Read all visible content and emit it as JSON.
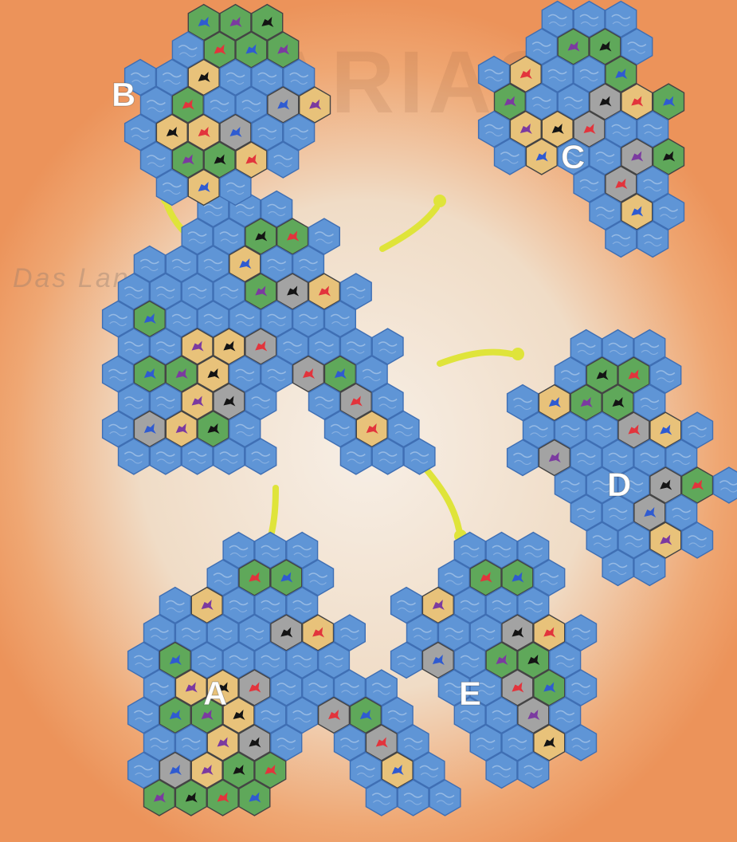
{
  "banner": {
    "big_text": "ARIAS",
    "subtitle": "Das Land der Urzeit"
  },
  "colors": {
    "water": "#5f95d6",
    "water_dark": "#3f6fb4",
    "grass": "#5fa85a",
    "desert": "#e8c27a",
    "mountain": "#a3a3a3",
    "highlight": "#e6ec34",
    "arrow": "#dfe43a",
    "label": "#ffffff"
  },
  "legend": {
    "dino_colors": {
      "black": "#141414",
      "red": "#e2343c",
      "blue": "#2f5bd1",
      "purple": "#7b3aa0"
    }
  },
  "maps": [
    {
      "id": "main",
      "label": "",
      "rows": [
        "...WWW",
        "..WWGGW",
        ".WWWDWW",
        "WWWWGMDW",
        "WGWWWWWW",
        "WWDDMWWWW",
        "WGGDWWMGW",
        "WWDMW.WMW",
        "WMDGW..WDW",
        "WWWWW..WWW"
      ]
    },
    {
      "id": "A",
      "label": "A",
      "rows": [
        "...WWW",
        "..WGGW",
        ".WDWWW",
        "WWWWMDW",
        "WGWWWWW",
        "WDDMWWWW",
        "WGGDWWMGW",
        "WWDMW.WMW",
        "WMDGG..WDW",
        "GGGG...WWW"
      ]
    },
    {
      "id": "B",
      "label": "B",
      "rows": [
        "..GGG",
        ".WGGG",
        "WWDWWW",
        "WGWWMD",
        "WDDMWW",
        "WGGDW",
        ".WDW"
      ]
    },
    {
      "id": "C",
      "label": "C",
      "rows": [
        "..WWW",
        ".WGGW",
        "WDWWG",
        "GWWMDG",
        "WDDMWW",
        "WDWWMG",
        "...WMW",
        "...WDW",
        "....WW"
      ]
    },
    {
      "id": "D",
      "label": "D",
      "rows": [
        "..WWW",
        ".WGGW",
        "WDGGW",
        "WWWMDW",
        "WMWWWW",
        ".WWWMGW",
        "..WWMW",
        "..WWDW",
        "...WW"
      ]
    },
    {
      "id": "E",
      "label": "E",
      "rows": [
        "..WWW",
        ".WGGW",
        "WDWWW",
        "WWWMDW",
        "WMWGGW",
        ".WWMGW",
        "..WWMW",
        "..WWDW",
        "...WW"
      ]
    }
  ]
}
